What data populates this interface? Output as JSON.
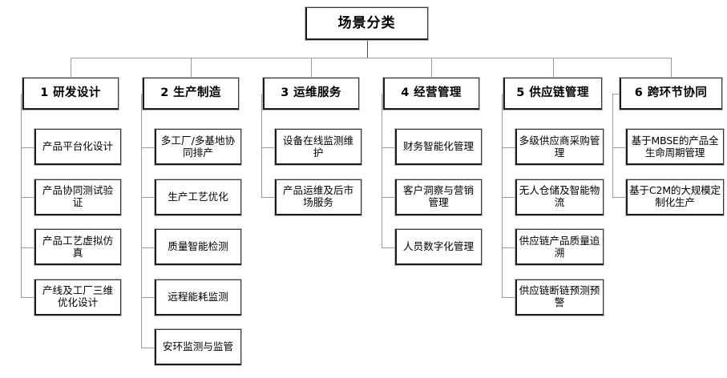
{
  "diagram": {
    "title": "场景分类",
    "root": {
      "label": "场景分类"
    },
    "columns": [
      {
        "id": "col-1",
        "header": "1 研发设计",
        "items": [
          "产品平台化设计",
          "产品协同测试验证",
          "产品工艺虚拟仿真",
          "产线及工厂三维优化设计"
        ]
      },
      {
        "id": "col-2",
        "header": "2 生产制造",
        "items": [
          "多工厂/多基地协同排产",
          "生产工艺优化",
          "质量智能检测",
          "远程能耗监测",
          "安环监测与监管"
        ]
      },
      {
        "id": "col-3",
        "header": "3 运维服务",
        "items": [
          "设备在线监测维护",
          "产品运维及后市场服务"
        ]
      },
      {
        "id": "col-4",
        "header": "4 经营管理",
        "items": [
          "财务智能化管理",
          "客户洞察与营销管理",
          "人员数字化管理"
        ]
      },
      {
        "id": "col-5",
        "header": "5 供应链管理",
        "items": [
          "多级供应商采购管理",
          "无人仓储及智能物流",
          "供应链产品质量追溯",
          "供应链断链预测预警"
        ]
      },
      {
        "id": "col-6",
        "header": "6 跨环节协同",
        "items": [
          "基于MBSE的产品全生命周期管理",
          "基于C2M的大规模定制化生产"
        ]
      }
    ],
    "colors": {
      "background": "#ffffff",
      "box_border": "#1b1b1b",
      "connector": "#9a9a9a",
      "text": "#000000"
    }
  }
}
